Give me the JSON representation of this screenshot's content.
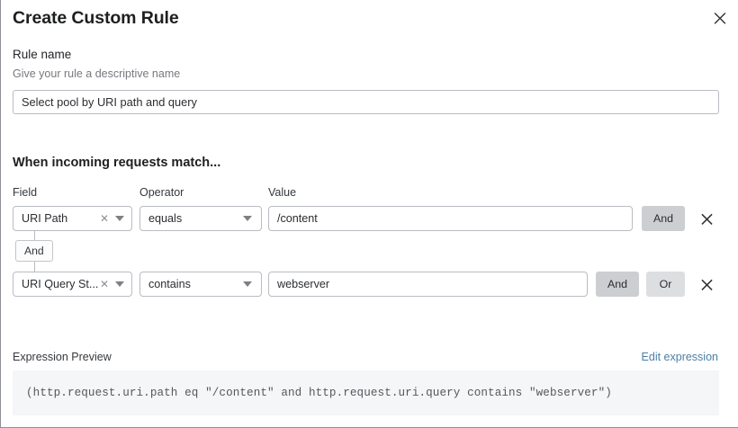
{
  "dialog": {
    "title": "Create Custom Rule",
    "close_icon": "close-icon"
  },
  "rule_name": {
    "label": "Rule name",
    "help": "Give your rule a descriptive name",
    "value": "Select pool by URI path and query",
    "placeholder": "Select pool by URI path and query"
  },
  "conditions_section": {
    "heading": "When incoming requests match...",
    "columns": {
      "field": "Field",
      "operator": "Operator",
      "value": "Value"
    },
    "connector": {
      "label": "And"
    },
    "rows": [
      {
        "field": "URI Path",
        "field_clear_icon": "clear-icon",
        "field_caret_icon": "chevron-down-icon",
        "operator": "equals",
        "operator_caret_icon": "chevron-down-icon",
        "value": "/content",
        "and_label": "And",
        "delete_icon": "delete-icon"
      },
      {
        "field": "URI Query St...",
        "field_clear_icon": "clear-icon",
        "field_caret_icon": "chevron-down-icon",
        "operator": "contains",
        "operator_caret_icon": "chevron-down-icon",
        "value": "webserver",
        "and_label": "And",
        "or_label": "Or",
        "delete_icon": "delete-icon"
      }
    ]
  },
  "expression_preview": {
    "label": "Expression Preview",
    "edit_link": "Edit expression",
    "code": "(http.request.uri.path eq \"/content\" and http.request.uri.query contains \"webserver\")"
  },
  "colors": {
    "link": "#4d7fa5",
    "border": "#b9bcc1",
    "logic_selected": "#ccced1",
    "logic_unselected": "#dddee0",
    "preview_bg": "#f5f6f7"
  }
}
